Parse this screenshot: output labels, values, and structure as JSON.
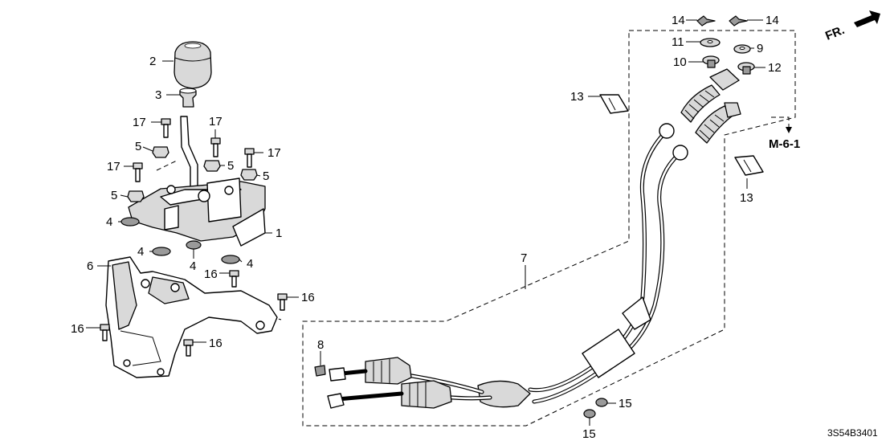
{
  "direction_label": "FR.",
  "ref_label": "M-6-1",
  "diagram_code": "3S54B3401",
  "callouts": {
    "c1": "1",
    "c2": "2",
    "c3": "3",
    "c4a": "4",
    "c4b": "4",
    "c4c": "4",
    "c4d": "4",
    "c5a": "5",
    "c5b": "5",
    "c5c": "5",
    "c5d": "5",
    "c6": "6",
    "c7": "7",
    "c8": "8",
    "c9": "9",
    "c10": "10",
    "c11": "11",
    "c12": "12",
    "c13a": "13",
    "c13b": "13",
    "c14a": "14",
    "c14b": "14",
    "c15a": "15",
    "c15b": "15",
    "c16a": "16",
    "c16b": "16",
    "c16c": "16",
    "c16d": "16",
    "c17a": "17",
    "c17b": "17",
    "c17c": "17",
    "c17d": "17"
  }
}
